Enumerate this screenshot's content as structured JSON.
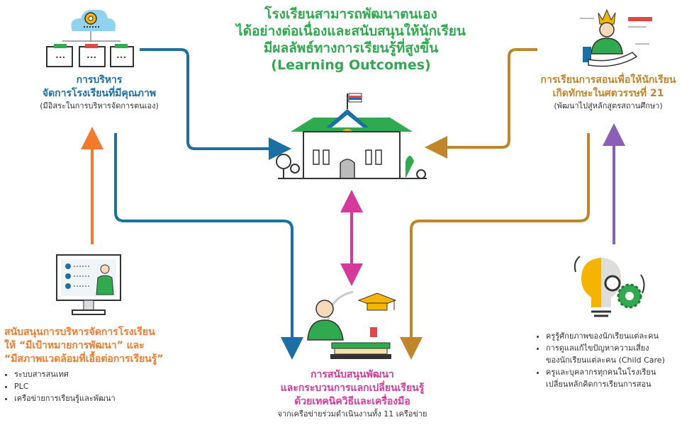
{
  "title": {
    "line1": "โรงเรียนสามารถพัฒนาตนเอง",
    "line2": "ได้อย่างต่อเนื่องและสนับสนุนให้นักเรียน",
    "line3": "มีผลลัพธ์ทางการเรียนรู้ที่สูงขึ้น",
    "line4": "(Learning Outcomes)"
  },
  "management": {
    "line1": "การบริหาร",
    "line2": "จัดการโรงเรียนที่มีคุณภาพ",
    "sub": "(มีอิสระในการบริหารจัดการตนเอง)"
  },
  "teaching": {
    "line1": "การเรียนการสอนเพื่อให้นักเรียน",
    "line2": "เกิดทักษะในศตวรรษที่ 21",
    "sub": "(พัฒนาไปสู่หลักสูตรสถานศึกษา)"
  },
  "support_admin": {
    "line1": "สนับสนุนการบริหารจัดการโรงเรียน",
    "line2": "ให้ “มีเป้าหมายการพัฒนา” และ",
    "line3": "“มีสภาพแวดล้อมที่เอื้อต่อการเรียนรู้”",
    "bullets": [
      "ระบบสารสนเทศ",
      "PLC",
      "เครือข่ายการเรียนรู้และพัฒนา"
    ]
  },
  "support_dev": {
    "line1": "การสนับสนุนพัฒนา",
    "line2": "และกระบวนการแลกเปลี่ยนเรียนรู้",
    "line3": "ด้วยเทคนิควิธีและเครื่องมือ",
    "sub": "จากเครือข่ายร่วมดำเนินงานทั้ง 11 เครือข่าย"
  },
  "teacher_points": {
    "b1": "ครูรู้ศักยภาพของนักเรียนแต่ละคน",
    "b2a": "การดูแลแก้ไขปัญหาความเสี่ยง",
    "b2b": "ของนักเรียนแต่ละคน (Child Care)",
    "b3a": "ครูและบุคลากรทุกคนในโรงเรียน",
    "b3b": "เปลี่ยนหลักคิดการเรียนการสอน"
  },
  "colors": {
    "green": "#2faa4f",
    "blue": "#1a6fa3",
    "brown": "#c0862a",
    "orange": "#f47a2b",
    "pink": "#d6399b",
    "purple": "#8a5fb5"
  },
  "icons": [
    "org-chart-cloud-icon",
    "school-building-icon",
    "teacher-hand-icon",
    "computer-monitor-icon",
    "graduate-study-icon",
    "lightbulb-gears-icon"
  ]
}
